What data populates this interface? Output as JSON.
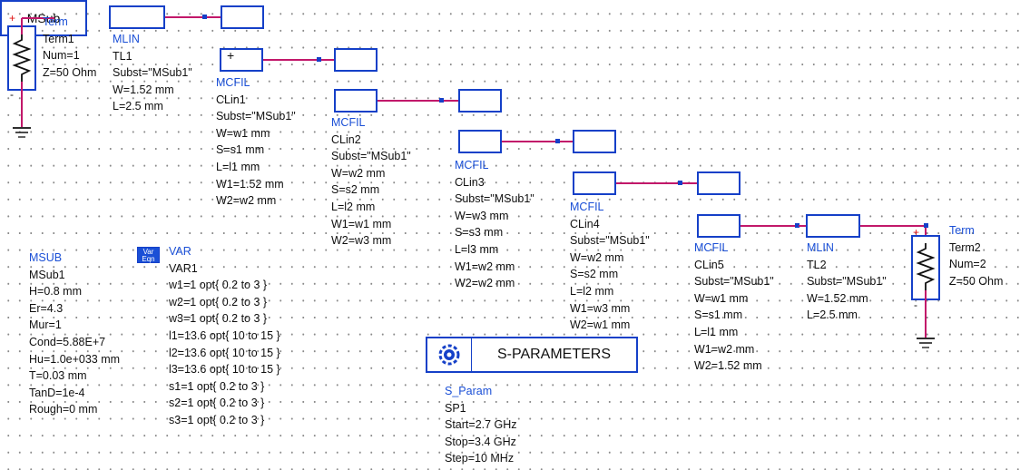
{
  "term1": {
    "type": "Term",
    "name": "Term1",
    "lines": [
      "Num=1",
      "Z=50 Ohm"
    ]
  },
  "tl1": {
    "type": "MLIN",
    "name": "TL1",
    "lines": [
      "Subst=\"MSub1\"",
      "W=1.52 mm",
      "L=2.5 mm"
    ]
  },
  "clin1": {
    "type": "MCFIL",
    "name": "CLin1",
    "lines": [
      "Subst=\"MSub1\"",
      "W=w1 mm",
      "S=s1 mm",
      "L=l1 mm",
      "W1=1.52 mm",
      "W2=w2 mm"
    ]
  },
  "clin2": {
    "type": "MCFIL",
    "name": "CLin2",
    "lines": [
      "Subst=\"MSub1\"",
      "W=w2 mm",
      "S=s2 mm",
      "L=l2 mm",
      "W1=w1 mm",
      "W2=w3 mm"
    ]
  },
  "clin3": {
    "type": "MCFIL",
    "name": "CLin3",
    "lines": [
      "Subst=\"MSub1\"",
      "W=w3 mm",
      "S=s3 mm",
      "L=l3 mm",
      "W1=w2 mm",
      "W2=w2 mm"
    ]
  },
  "clin4": {
    "type": "MCFIL",
    "name": "CLin4",
    "lines": [
      "Subst=\"MSub1\"",
      "W=w2 mm",
      "S=s2 mm",
      "L=l2 mm",
      "W1=w3 mm",
      "W2=w1 mm"
    ]
  },
  "clin5": {
    "type": "MCFIL",
    "name": "CLin5",
    "lines": [
      "Subst=\"MSub1\"",
      "W=w1 mm",
      "S=s1 mm",
      "L=l1 mm",
      "W1=w2 mm",
      "W2=1.52 mm"
    ]
  },
  "tl2": {
    "type": "MLIN",
    "name": "TL2",
    "lines": [
      "Subst=\"MSub1\"",
      "W=1.52 mm",
      "L=2.5 mm"
    ]
  },
  "term2": {
    "type": "Term",
    "name": "Term2",
    "lines": [
      "Num=2",
      "Z=50 Ohm"
    ]
  },
  "msub": {
    "box_label": "MSub",
    "type": "MSUB",
    "name": "MSub1",
    "lines": [
      "H=0.8 mm",
      "Er=4.3",
      "Mur=1",
      "Cond=5.88E+7",
      "Hu=1.0e+033 mm",
      "T=0.03 mm",
      "TanD=1e-4",
      "Rough=0 mm"
    ]
  },
  "var": {
    "icon_line1": "Var",
    "icon_line2": "Eqn",
    "type": "VAR",
    "name": "VAR1",
    "lines": [
      "w1=1 opt{ 0.2 to 3 }",
      "w2=1 opt{ 0.2 to 3 }",
      "w3=1 opt{ 0.2 to 3 }",
      "l1=13.6 opt{ 10 to 15 }",
      "l2=13.6 opt{ 10 to 15 }",
      "l3=13.6 opt{ 10 to 15 }",
      "s1=1 opt{ 0.2 to 3 }",
      "s2=1 opt{ 0.2 to 3 }",
      "s3=1 opt{ 0.2 to 3 }"
    ]
  },
  "sparam": {
    "title": "S-PARAMETERS",
    "type": "S_Param",
    "name": "SP1",
    "lines": [
      "Start=2.7 GHz",
      "Stop=3.4 GHz",
      "Step=10 MHz"
    ]
  },
  "colors": {
    "wire": "#c2186a",
    "component": "#1540c8",
    "type_label": "#1a4fd6"
  }
}
